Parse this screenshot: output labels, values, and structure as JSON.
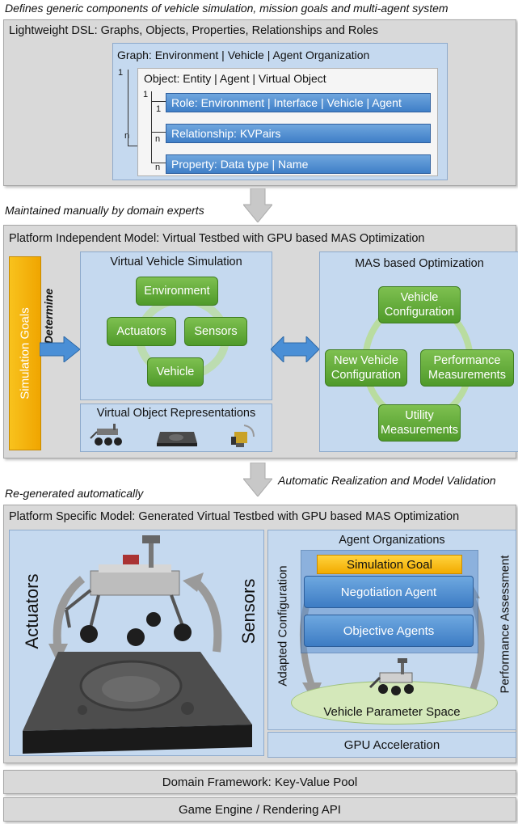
{
  "caption_top": "Defines generic components of vehicle simulation, mission goals and multi-agent system",
  "dsl": {
    "title": "Lightweight DSL: Graphs, Objects, Properties, Relationships and Roles",
    "graph": "Graph: Environment | Vehicle | Agent Organization",
    "object": "Object: Entity | Agent | Virtual Object",
    "role": "Role: Environment | Interface | Vehicle | Agent",
    "relationship": "Relationship: KVPairs",
    "property": "Property: Data type | Name",
    "mult_1a": "1",
    "mult_n_a": "n",
    "mult_1b": "1",
    "mult_1c": "1",
    "mult_n_b": "n",
    "mult_n_c": "n"
  },
  "caption_manual": "Maintained manually by domain experts",
  "pim": {
    "title": "Platform Independent Model: Virtual Testbed with GPU based MAS Optimization",
    "sim_goals": "Simulation Goals",
    "determine": "Determine",
    "vvs_title": "Virtual Vehicle Simulation",
    "environment": "Environment",
    "actuators": "Actuators",
    "sensors": "Sensors",
    "vehicle": "Vehicle",
    "vor_title": "Virtual Object Representations",
    "mas_title": "MAS based Optimization",
    "vehicle_config": "Vehicle Configuration",
    "new_vehicle_config": "New Vehicle Configuration",
    "perf_meas": "Performance Measurements",
    "utility_meas": "Utility Measurements"
  },
  "caption_auto": "Automatic Realization and Model Validation",
  "caption_regen": "Re-generated automatically",
  "psm": {
    "title": "Platform Specific Model: Generated Virtual Testbed with GPU based MAS Optimization",
    "actuators": "Actuators",
    "sensors": "Sensors",
    "agent_orgs": "Agent Organizations",
    "sim_goal": "Simulation Goal",
    "negotiation": "Negotiation Agent",
    "objective": "Objective Agents",
    "adapted": "Adapted Configuration",
    "perf_assess": "Performance Assessment",
    "param_space": "Vehicle Parameter Space",
    "gpu": "GPU Acceleration"
  },
  "domain_framework": "Domain Framework: Key-Value Pool",
  "game_engine": "Game Engine / Rendering API",
  "colors": {
    "panel_gray": "#d9d9d9",
    "light_blue": "#c5d9ef",
    "green": "#5ea835",
    "blue": "#3f7fc8",
    "orange": "#f5b400"
  }
}
